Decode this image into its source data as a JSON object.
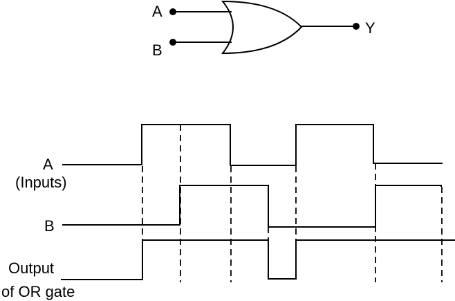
{
  "gate": {
    "input_a": "A",
    "input_b": "B",
    "output": "Y"
  },
  "timing": {
    "label_a": "A",
    "label_inputs": "(Inputs)",
    "label_b": "B",
    "label_output_line1": "Output",
    "label_output_line2": "of OR gate",
    "signals": {
      "A": [
        0,
        1,
        1,
        0,
        1,
        0
      ],
      "B": [
        0,
        0,
        1,
        1,
        0,
        0,
        1
      ],
      "Output": [
        0,
        1,
        1,
        1,
        0,
        1,
        1,
        1
      ]
    }
  }
}
